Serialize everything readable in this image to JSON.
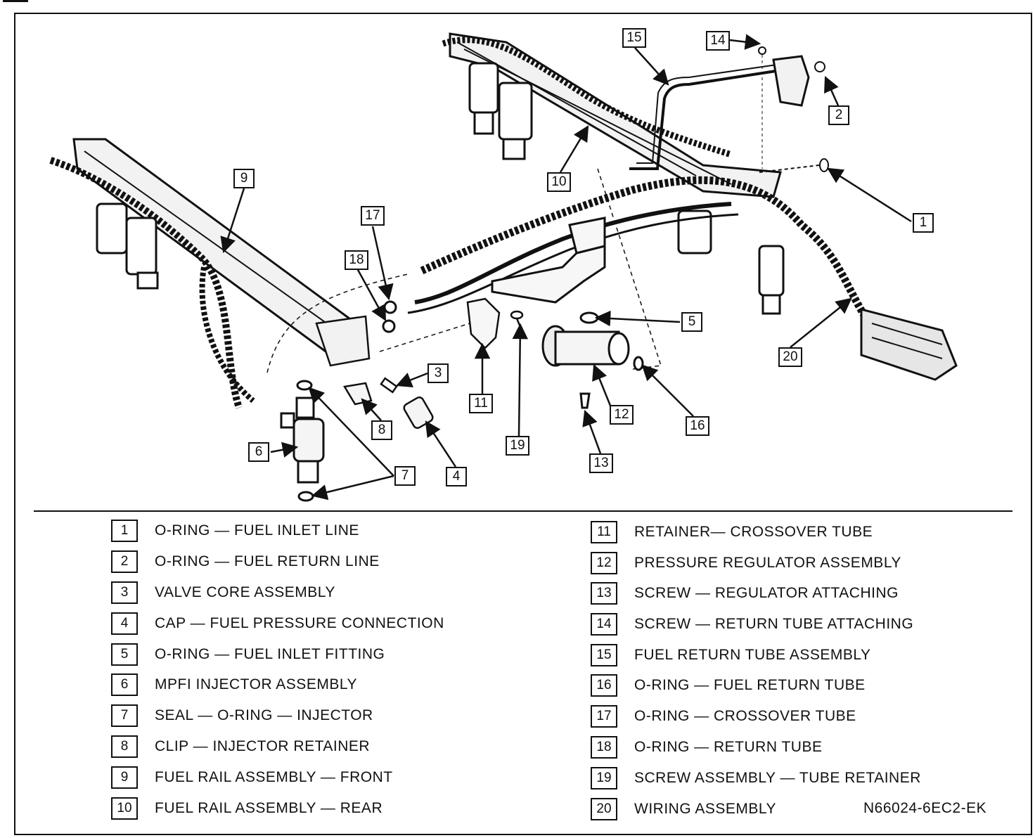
{
  "callouts": [
    "1",
    "2",
    "3",
    "4",
    "5",
    "6",
    "7",
    "8",
    "9",
    "10",
    "11",
    "12",
    "13",
    "14",
    "15",
    "16",
    "17",
    "18",
    "19",
    "20"
  ],
  "legend": [
    {
      "num": "1",
      "text": "O-RING — FUEL INLET LINE"
    },
    {
      "num": "2",
      "text": "O-RING — FUEL RETURN LINE"
    },
    {
      "num": "3",
      "text": "VALVE CORE ASSEMBLY"
    },
    {
      "num": "4",
      "text": "CAP — FUEL PRESSURE CONNECTION"
    },
    {
      "num": "5",
      "text": "O-RING — FUEL INLET FITTING"
    },
    {
      "num": "6",
      "text": "MPFI INJECTOR ASSEMBLY"
    },
    {
      "num": "7",
      "text": "SEAL — O-RING — INJECTOR"
    },
    {
      "num": "8",
      "text": "CLIP — INJECTOR RETAINER"
    },
    {
      "num": "9",
      "text": "FUEL RAIL ASSEMBLY — FRONT"
    },
    {
      "num": "10",
      "text": "FUEL RAIL ASSEMBLY — REAR"
    },
    {
      "num": "11",
      "text": "RETAINER— CROSSOVER TUBE"
    },
    {
      "num": "12",
      "text": "PRESSURE REGULATOR ASSEMBLY"
    },
    {
      "num": "13",
      "text": "SCREW — REGULATOR ATTACHING"
    },
    {
      "num": "14",
      "text": "SCREW — RETURN TUBE ATTACHING"
    },
    {
      "num": "15",
      "text": "FUEL RETURN TUBE ASSEMBLY"
    },
    {
      "num": "16",
      "text": "O-RING — FUEL RETURN TUBE"
    },
    {
      "num": "17",
      "text": "O-RING — CROSSOVER TUBE"
    },
    {
      "num": "18",
      "text": "O-RING — RETURN TUBE"
    },
    {
      "num": "19",
      "text": "SCREW ASSEMBLY — TUBE RETAINER"
    },
    {
      "num": "20",
      "text": "WIRING ASSEMBLY"
    }
  ],
  "figure_code": "N66024-6EC2-EK"
}
